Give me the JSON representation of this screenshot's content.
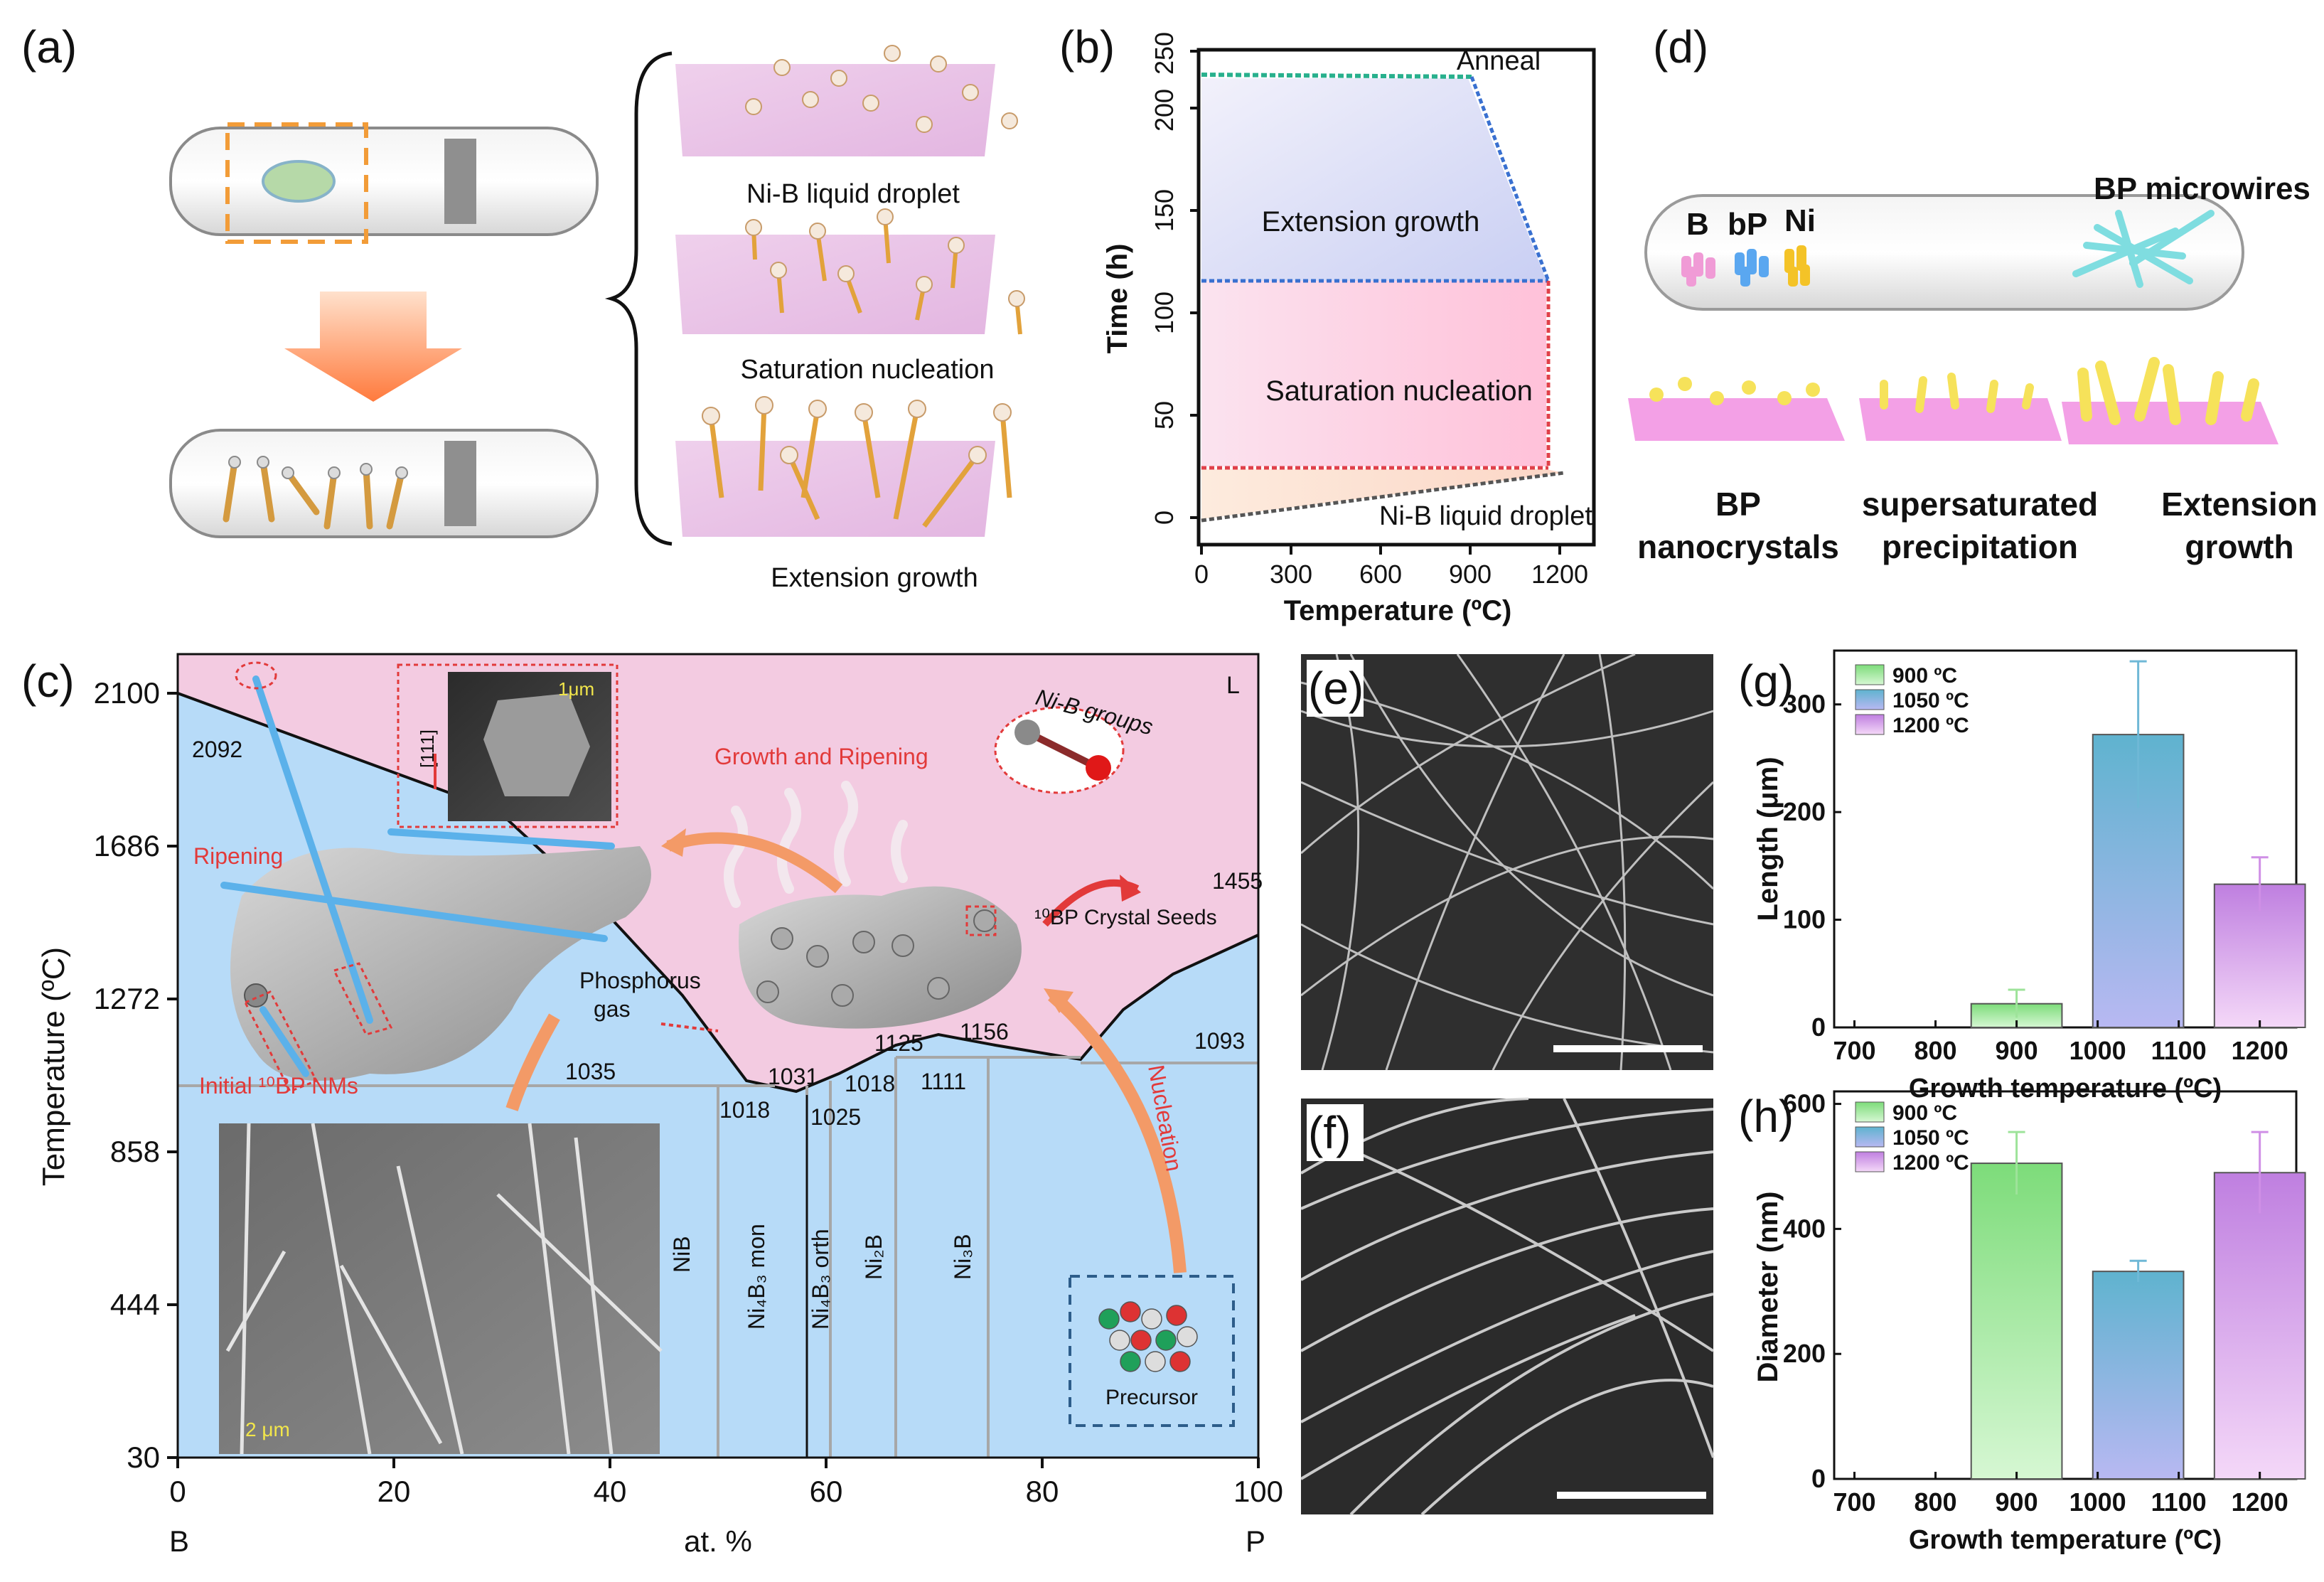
{
  "panels": {
    "a": {
      "letter": "(a)",
      "steps": [
        "Ni-B liquid droplet",
        "Saturation nucleation",
        "Extension growth"
      ]
    },
    "b": {
      "letter": "(b)",
      "xlabel": "Temperature (ºC)",
      "ylabel": "Time (h)",
      "xticks": [
        "0",
        "300",
        "600",
        "900",
        "1200"
      ],
      "yticks": [
        "0",
        "50",
        "100",
        "150",
        "200",
        "250"
      ],
      "regions": [
        "Anneal",
        "Extension growth",
        "Saturation nucleation",
        "Ni-B liquid droplet"
      ]
    },
    "c": {
      "letter": "(c)",
      "ylabel": "Temperature (ºC)",
      "xlabel": "at. %",
      "yticks": [
        "30",
        "444",
        "858",
        "1272",
        "1686",
        "2100"
      ],
      "xticks": [
        "0",
        "20",
        "40",
        "60",
        "80",
        "100"
      ],
      "x_end_left": "B",
      "x_end_right": "P",
      "liquid_label": "L",
      "points": [
        "2092",
        "1455",
        "1035",
        "1031",
        "1125",
        "1156",
        "1093",
        "1018",
        "1025",
        "1018",
        "1111"
      ],
      "phases": [
        "NiB",
        "Ni₄B₃ mon",
        "Ni₄B₃ orth",
        "Ni₂B",
        "Ni₃B"
      ],
      "annotations": {
        "ripening": "Ripening",
        "initial": "Initial ¹⁰BP NMs",
        "growth_ripening": "Growth and Ripening",
        "nib_groups": "Ni-B groups",
        "seeds": "¹⁰BP Crystal Seeds",
        "phosphorus": "Phosphorus",
        "gas": "gas",
        "nucleation": "Nucleation",
        "precursor": "Precursor",
        "inset_scale": "1μm",
        "sem_scale": "2 μm",
        "facet": "[111]"
      }
    },
    "d": {
      "letter": "(d)",
      "labels": {
        "b": "B",
        "bp": "bP",
        "ni": "Ni",
        "micro": "BP microwires"
      },
      "stages": [
        [
          "BP",
          "nanocrystals"
        ],
        [
          "supersaturated",
          "precipitation"
        ],
        [
          "Extension",
          "growth"
        ]
      ]
    },
    "e": {
      "letter": "(e)"
    },
    "f": {
      "letter": "(f)"
    },
    "g": {
      "letter": "(g)"
    },
    "h": {
      "letter": "(h)"
    }
  },
  "chart_data": [
    {
      "panel": "g",
      "type": "bar",
      "xlabel": "Growth temperature (ºC)",
      "ylabel": "Length (μm)",
      "xticks": [
        700,
        800,
        900,
        1000,
        1100,
        1200
      ],
      "xlim": [
        675,
        1245
      ],
      "ylim": [
        0,
        350
      ],
      "yticks": [
        0,
        100,
        200,
        300
      ],
      "series": [
        {
          "name": "900 ºC",
          "x": 900,
          "value": 22,
          "error": 13,
          "color": "#9ee39a"
        },
        {
          "name": "1050 ºC",
          "x": 1050,
          "value": 272,
          "error": 68,
          "color": "#6fb8d6"
        },
        {
          "name": "1200 ºC",
          "x": 1200,
          "value": 133,
          "error": 25,
          "color": "#cf8fe6"
        }
      ]
    },
    {
      "panel": "h",
      "type": "bar",
      "xlabel": "Growth temperature (ºC)",
      "ylabel": "Diameter (nm)",
      "xticks": [
        700,
        800,
        900,
        1000,
        1100,
        1200
      ],
      "xlim": [
        675,
        1245
      ],
      "ylim": [
        0,
        620
      ],
      "yticks": [
        0,
        200,
        400,
        600
      ],
      "series": [
        {
          "name": "900 ºC",
          "x": 900,
          "value": 505,
          "error": 50,
          "color": "#9ee39a"
        },
        {
          "name": "1050 ºC",
          "x": 1050,
          "value": 332,
          "error": 17,
          "color": "#6fb8d6"
        },
        {
          "name": "1200 ºC",
          "x": 1200,
          "value": 490,
          "error": 65,
          "color": "#cf8fe6"
        }
      ]
    }
  ]
}
